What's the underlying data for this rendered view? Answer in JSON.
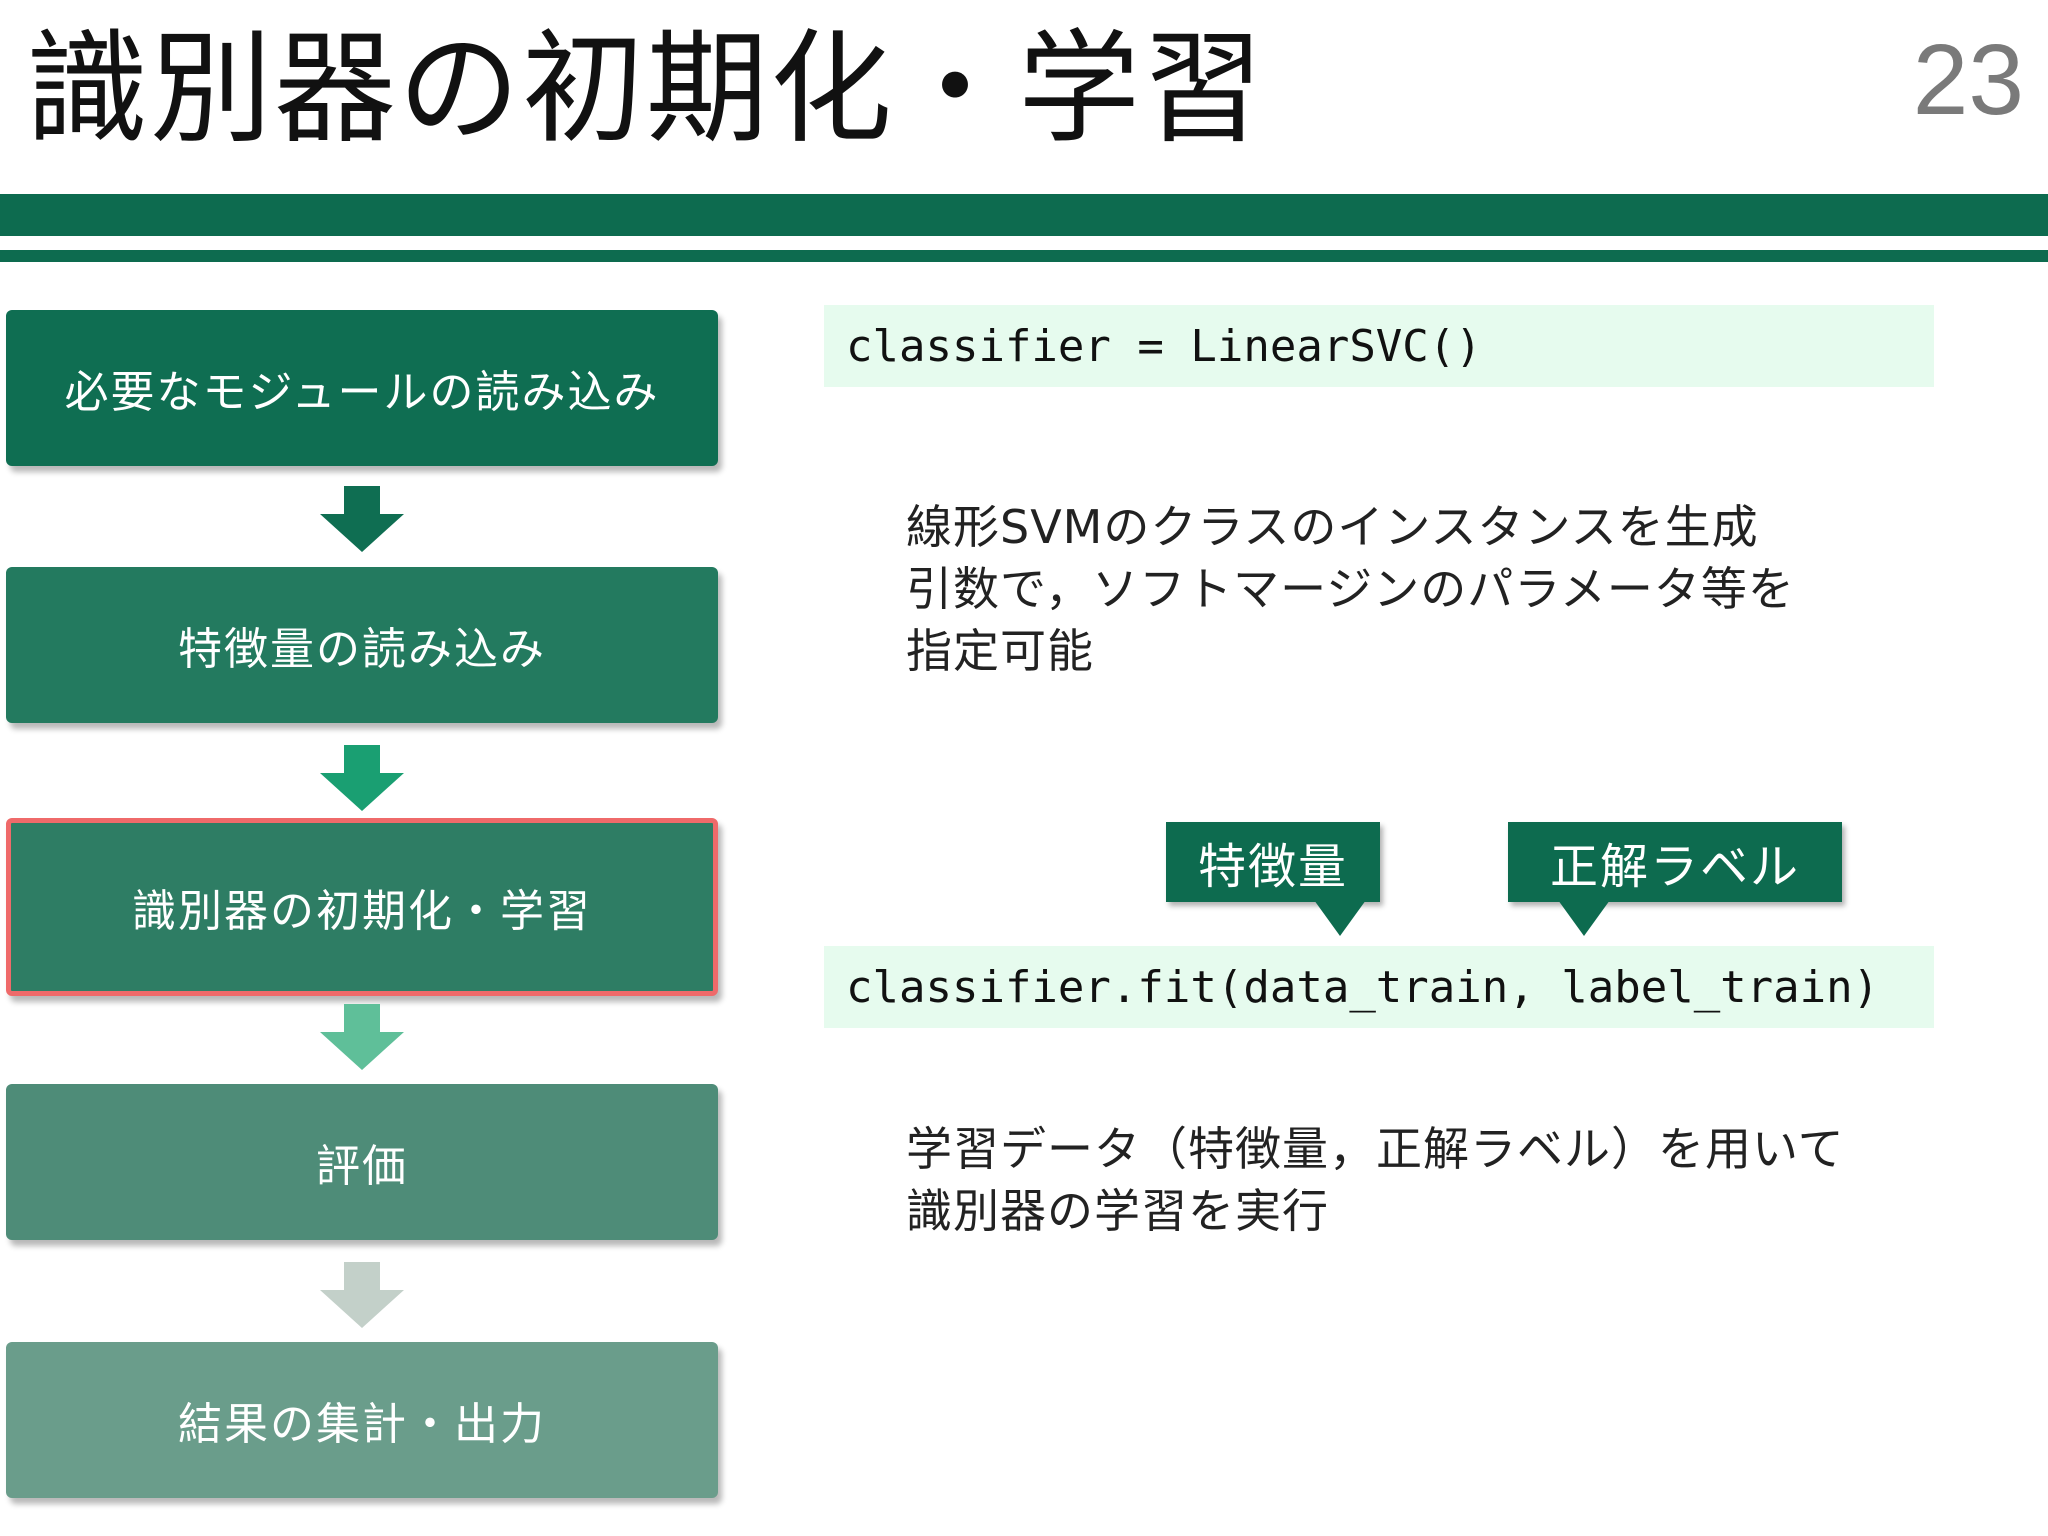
{
  "slide": {
    "title": "識別器の初期化・学習",
    "page_number": "23"
  },
  "steps": [
    {
      "label": "必要なモジュールの読み込み",
      "color": "#0f6e52"
    },
    {
      "label": "特徴量の読み込み",
      "color": "#237a5f"
    },
    {
      "label": "識別器の初期化・学習",
      "color": "#2e7d64",
      "active": true
    },
    {
      "label": "評価",
      "color": "#4e8c78"
    },
    {
      "label": "結果の集計・出力",
      "color": "#6a9d8b"
    }
  ],
  "arrows": [
    {
      "color": "#0f6e52"
    },
    {
      "color": "#1a9f72"
    },
    {
      "color": "#5fbf99"
    },
    {
      "color": "#c3d0c9"
    }
  ],
  "code": {
    "init": "classifier = LinearSVC()",
    "fit": "classifier.fit(data_train, label_train)"
  },
  "descriptions": {
    "init_lines": [
      "線形SVMのクラスのインスタンスを生成",
      "引数で，ソフトマージンのパラメータ等を",
      "指定可能"
    ],
    "fit_lines": [
      "学習データ（特徴量，正解ラベル）を用いて",
      "識別器の学習を実行"
    ]
  },
  "callouts": {
    "features": "特徴量",
    "labels": "正解ラベル"
  },
  "colors": {
    "accent": "#0d6b4f",
    "highlight_border": "#ef6a6a",
    "code_background": "#e6fbee"
  }
}
